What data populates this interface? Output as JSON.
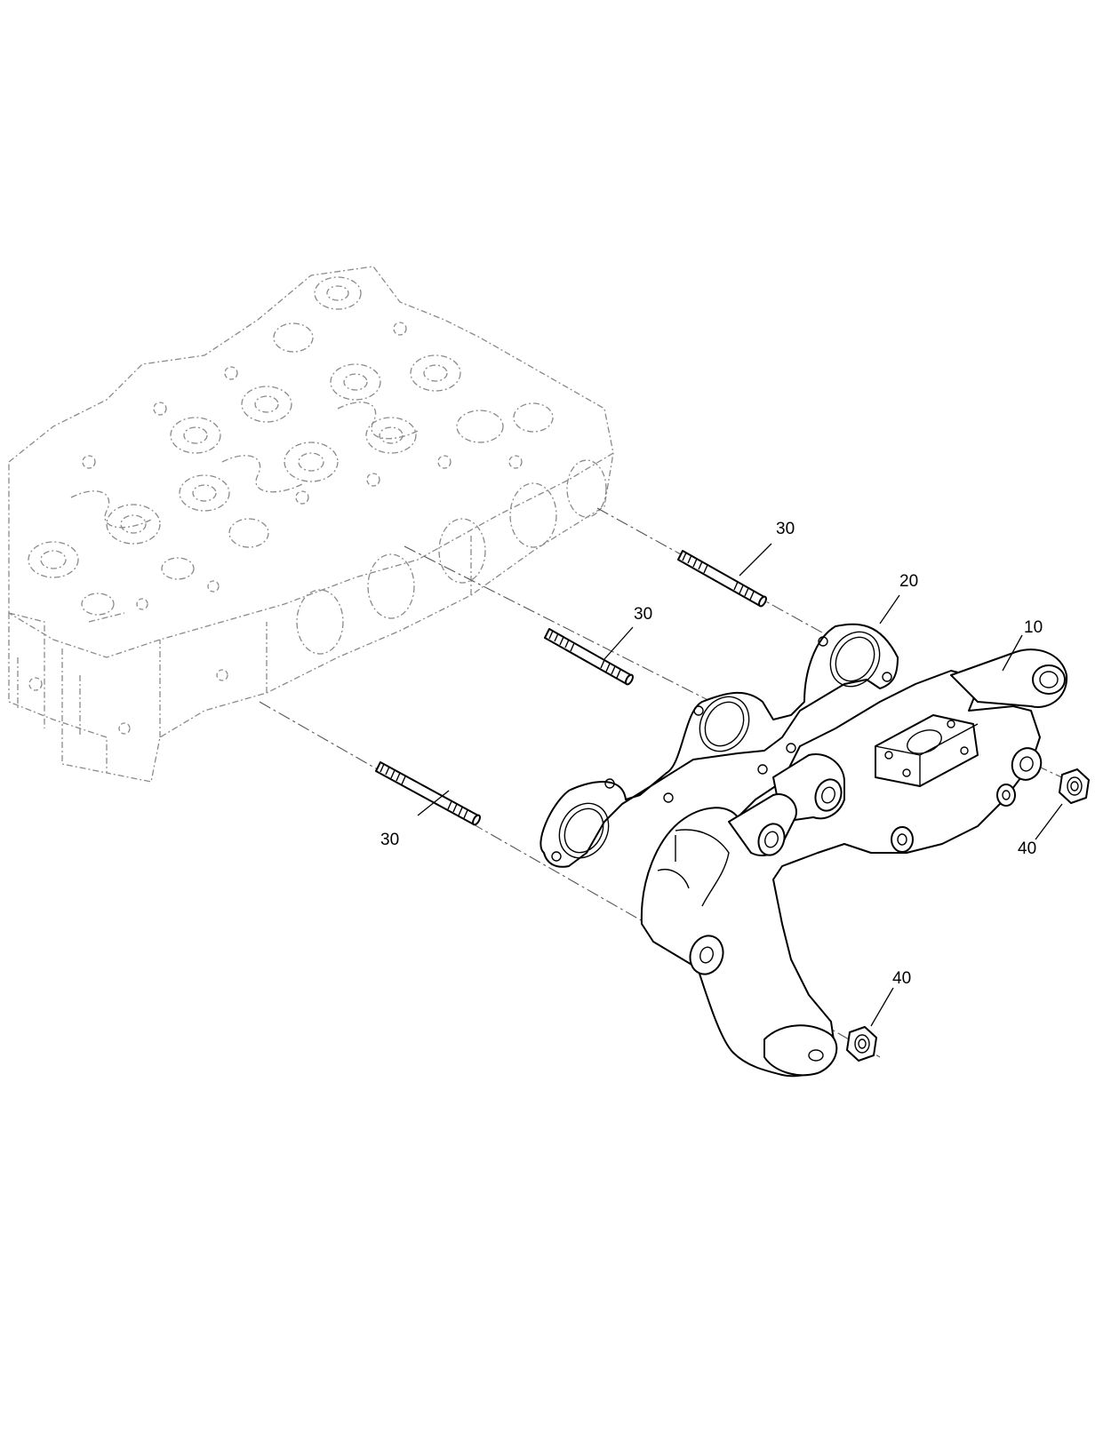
{
  "callouts": {
    "stud_upper": "30",
    "stud_middle": "30",
    "stud_lower": "30",
    "gasket": "20",
    "manifold": "10",
    "nut_right": "40",
    "nut_bottom": "40"
  }
}
